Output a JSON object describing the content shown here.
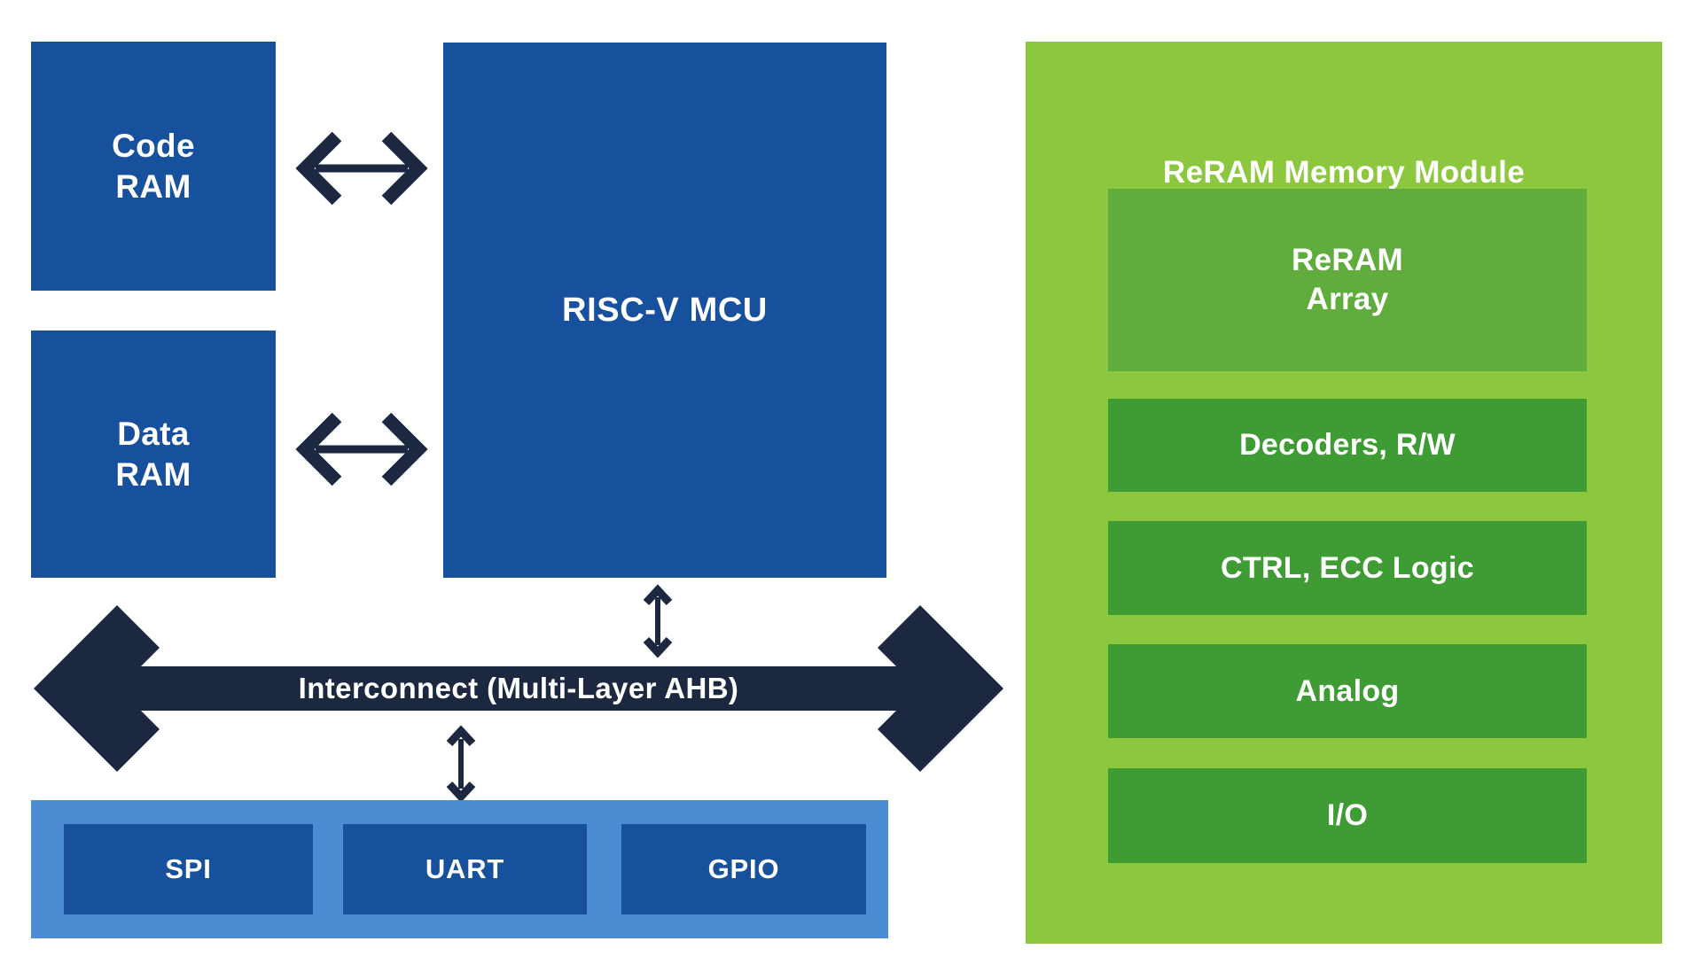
{
  "colors": {
    "bg": "#FFFFFF",
    "block_blue": "#17509C",
    "light_blue": "#4C8CD2",
    "navy": "#1B2840",
    "green_bg": "#8CC73E",
    "green_mid": "#60AC3C",
    "green_dark": "#3F9B34",
    "text": "#FFFFFF"
  },
  "blocks": {
    "code_ram": "Code\nRAM",
    "data_ram": "Data\nRAM",
    "mcu": "RISC-V MCU",
    "interconnect": "Interconnect (Multi-Layer AHB)"
  },
  "peripherals": {
    "items": [
      "SPI",
      "UART",
      "GPIO"
    ]
  },
  "reram": {
    "title": "ReRAM Memory Module",
    "rows": [
      "ReRAM\nArray",
      "Decoders, R/W",
      "CTRL, ECC Logic",
      "Analog",
      "I/O"
    ]
  }
}
